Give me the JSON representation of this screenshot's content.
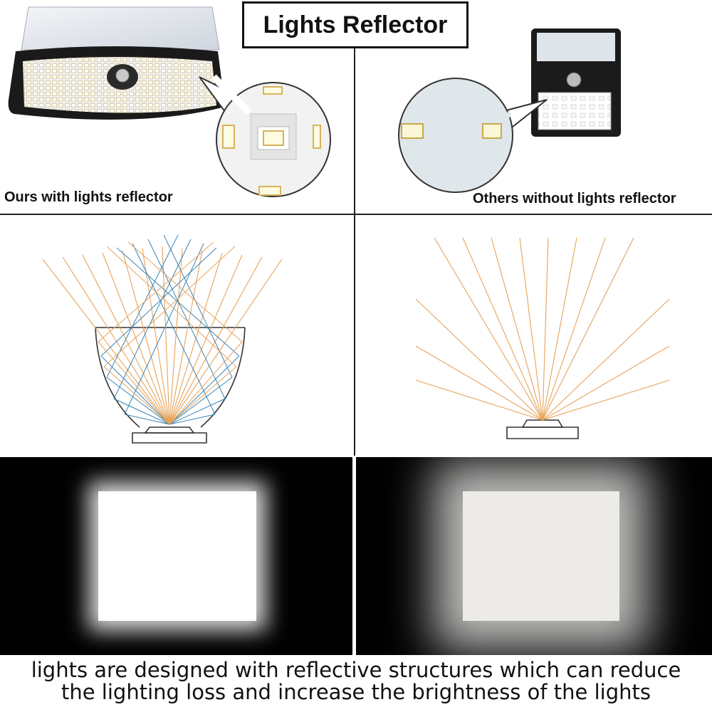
{
  "title": "Lights Reflector",
  "panels": {
    "ours_caption": "Ours with lights reflector",
    "others_caption": "Others without lights reflector"
  },
  "footer": {
    "line1": "lights are designed with reflective structures  which can reduce",
    "line2": "the lighting loss and increase the brightness of the lights"
  },
  "colors": {
    "orange_ray": "#e8a35a",
    "blue_ray": "#3a86b5",
    "outline": "#333333"
  }
}
